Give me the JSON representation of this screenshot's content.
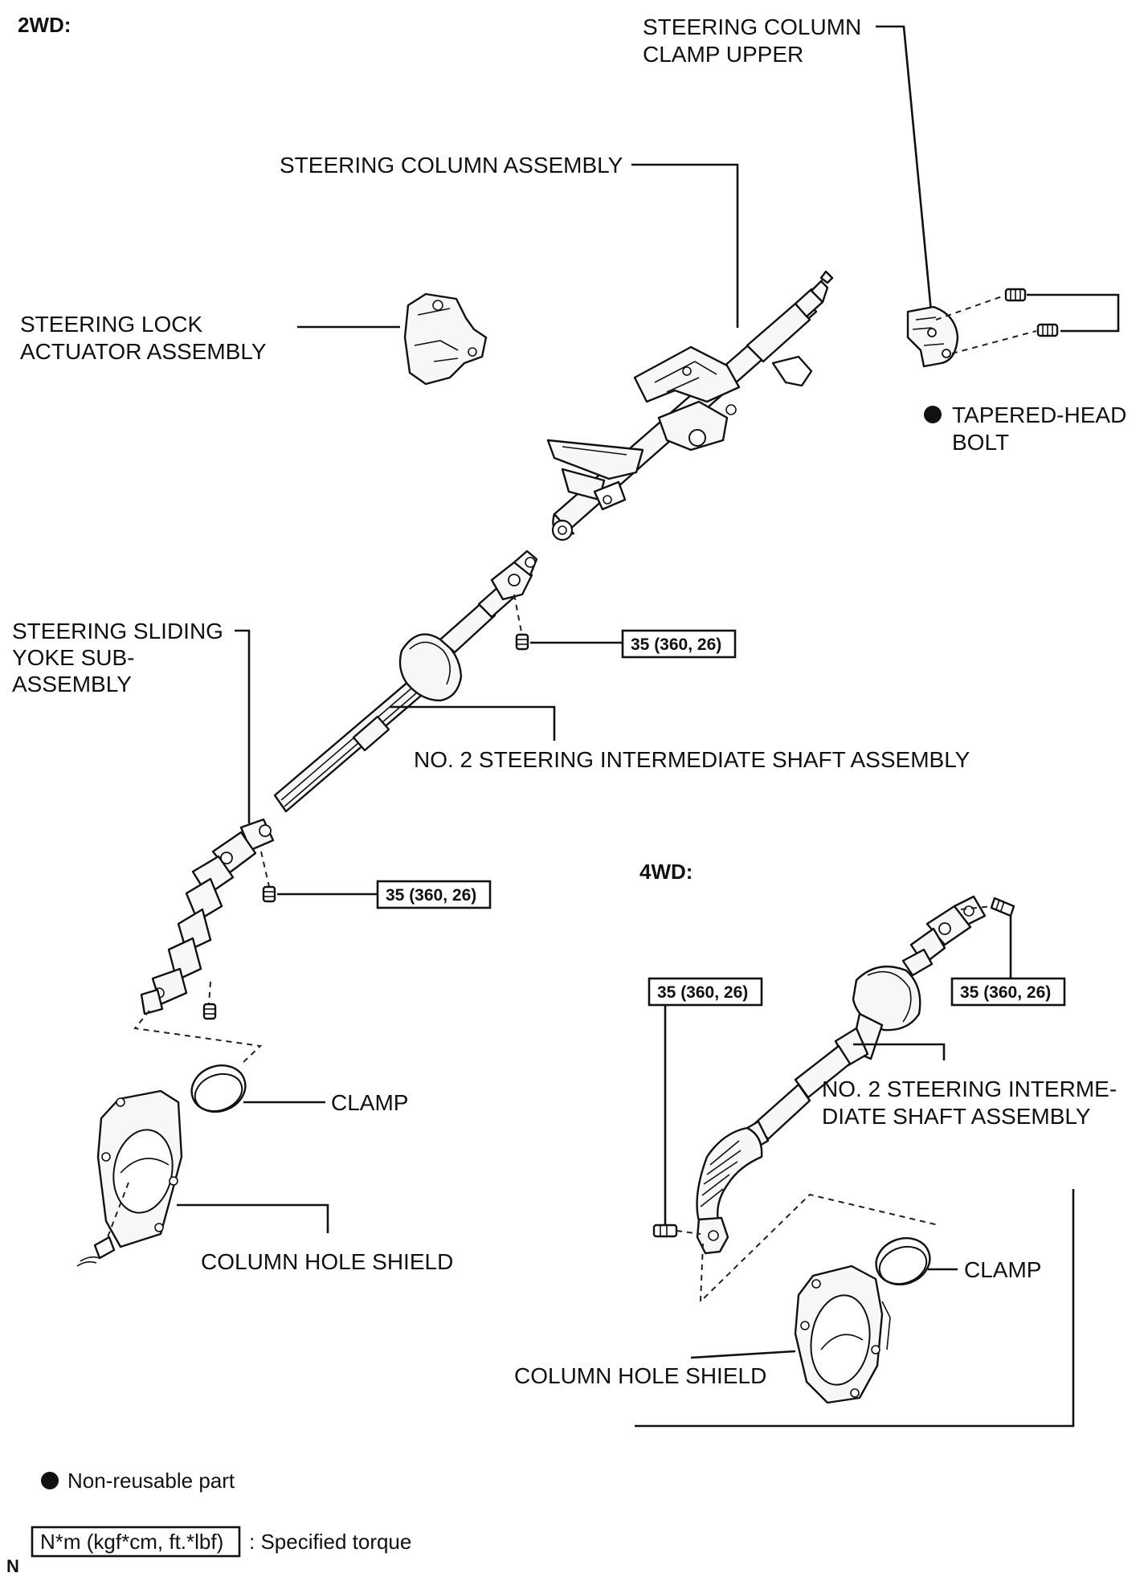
{
  "variants": {
    "twd": "2WD:",
    "fwd": "4WD:"
  },
  "labels": {
    "clamp_upper_l1": "STEERING COLUMN",
    "clamp_upper_l2": "CLAMP UPPER",
    "column_assembly": "STEERING COLUMN ASSEMBLY",
    "lock_actuator_l1": "STEERING LOCK",
    "lock_actuator_l2": "ACTUATOR ASSEMBLY",
    "tapered_bolt_l1": "TAPERED-HEAD",
    "tapered_bolt_l2": "BOLT",
    "sliding_yoke_l1": "STEERING SLIDING",
    "sliding_yoke_l2": "YOKE SUB-",
    "sliding_yoke_l3": "ASSEMBLY",
    "intermediate_shaft_2wd": "NO. 2 STEERING INTERMEDIATE SHAFT ASSEMBLY",
    "clamp_2wd": "CLAMP",
    "column_hole_shield_2wd": "COLUMN HOLE SHIELD",
    "intermediate_shaft_4wd_l1": "NO. 2 STEERING INTERME-",
    "intermediate_shaft_4wd_l2": "DIATE SHAFT ASSEMBLY",
    "clamp_4wd": "CLAMP",
    "column_hole_shield_4wd": "COLUMN HOLE SHIELD"
  },
  "torques": {
    "t_2wd_upper": "35 (360, 26)",
    "t_2wd_lower": "35 (360, 26)",
    "t_4wd_left": "35 (360, 26)",
    "t_4wd_right": "35 (360, 26)"
  },
  "legend": {
    "non_reusable": "Non-reusable part",
    "torque_unit": "N*m (kgf*cm, ft.*lbf)",
    "torque_desc": ": Specified torque"
  },
  "corner_mark": "N"
}
